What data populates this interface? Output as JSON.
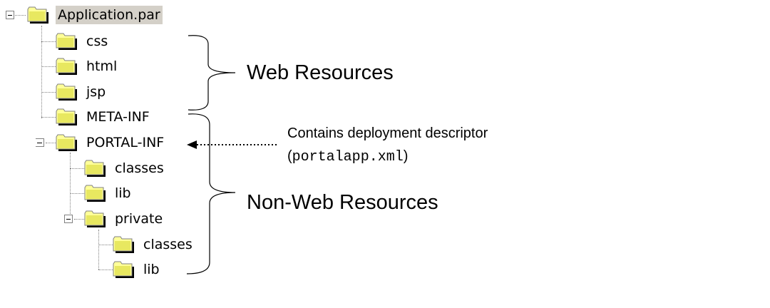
{
  "tree": {
    "root": "Application.par",
    "items": [
      {
        "label": "css"
      },
      {
        "label": "html"
      },
      {
        "label": "jsp"
      },
      {
        "label": "META-INF"
      },
      {
        "label": "PORTAL-INF"
      },
      {
        "label": "classes"
      },
      {
        "label": "lib"
      },
      {
        "label": "private"
      },
      {
        "label": "classes"
      },
      {
        "label": "lib"
      }
    ]
  },
  "annotations": {
    "web": "Web Resources",
    "nonweb": "Non-Web Resources",
    "descriptor_line1": "Contains deployment descriptor",
    "descriptor_open": "(",
    "descriptor_file": "portalapp.xml",
    "descriptor_close": ")"
  }
}
